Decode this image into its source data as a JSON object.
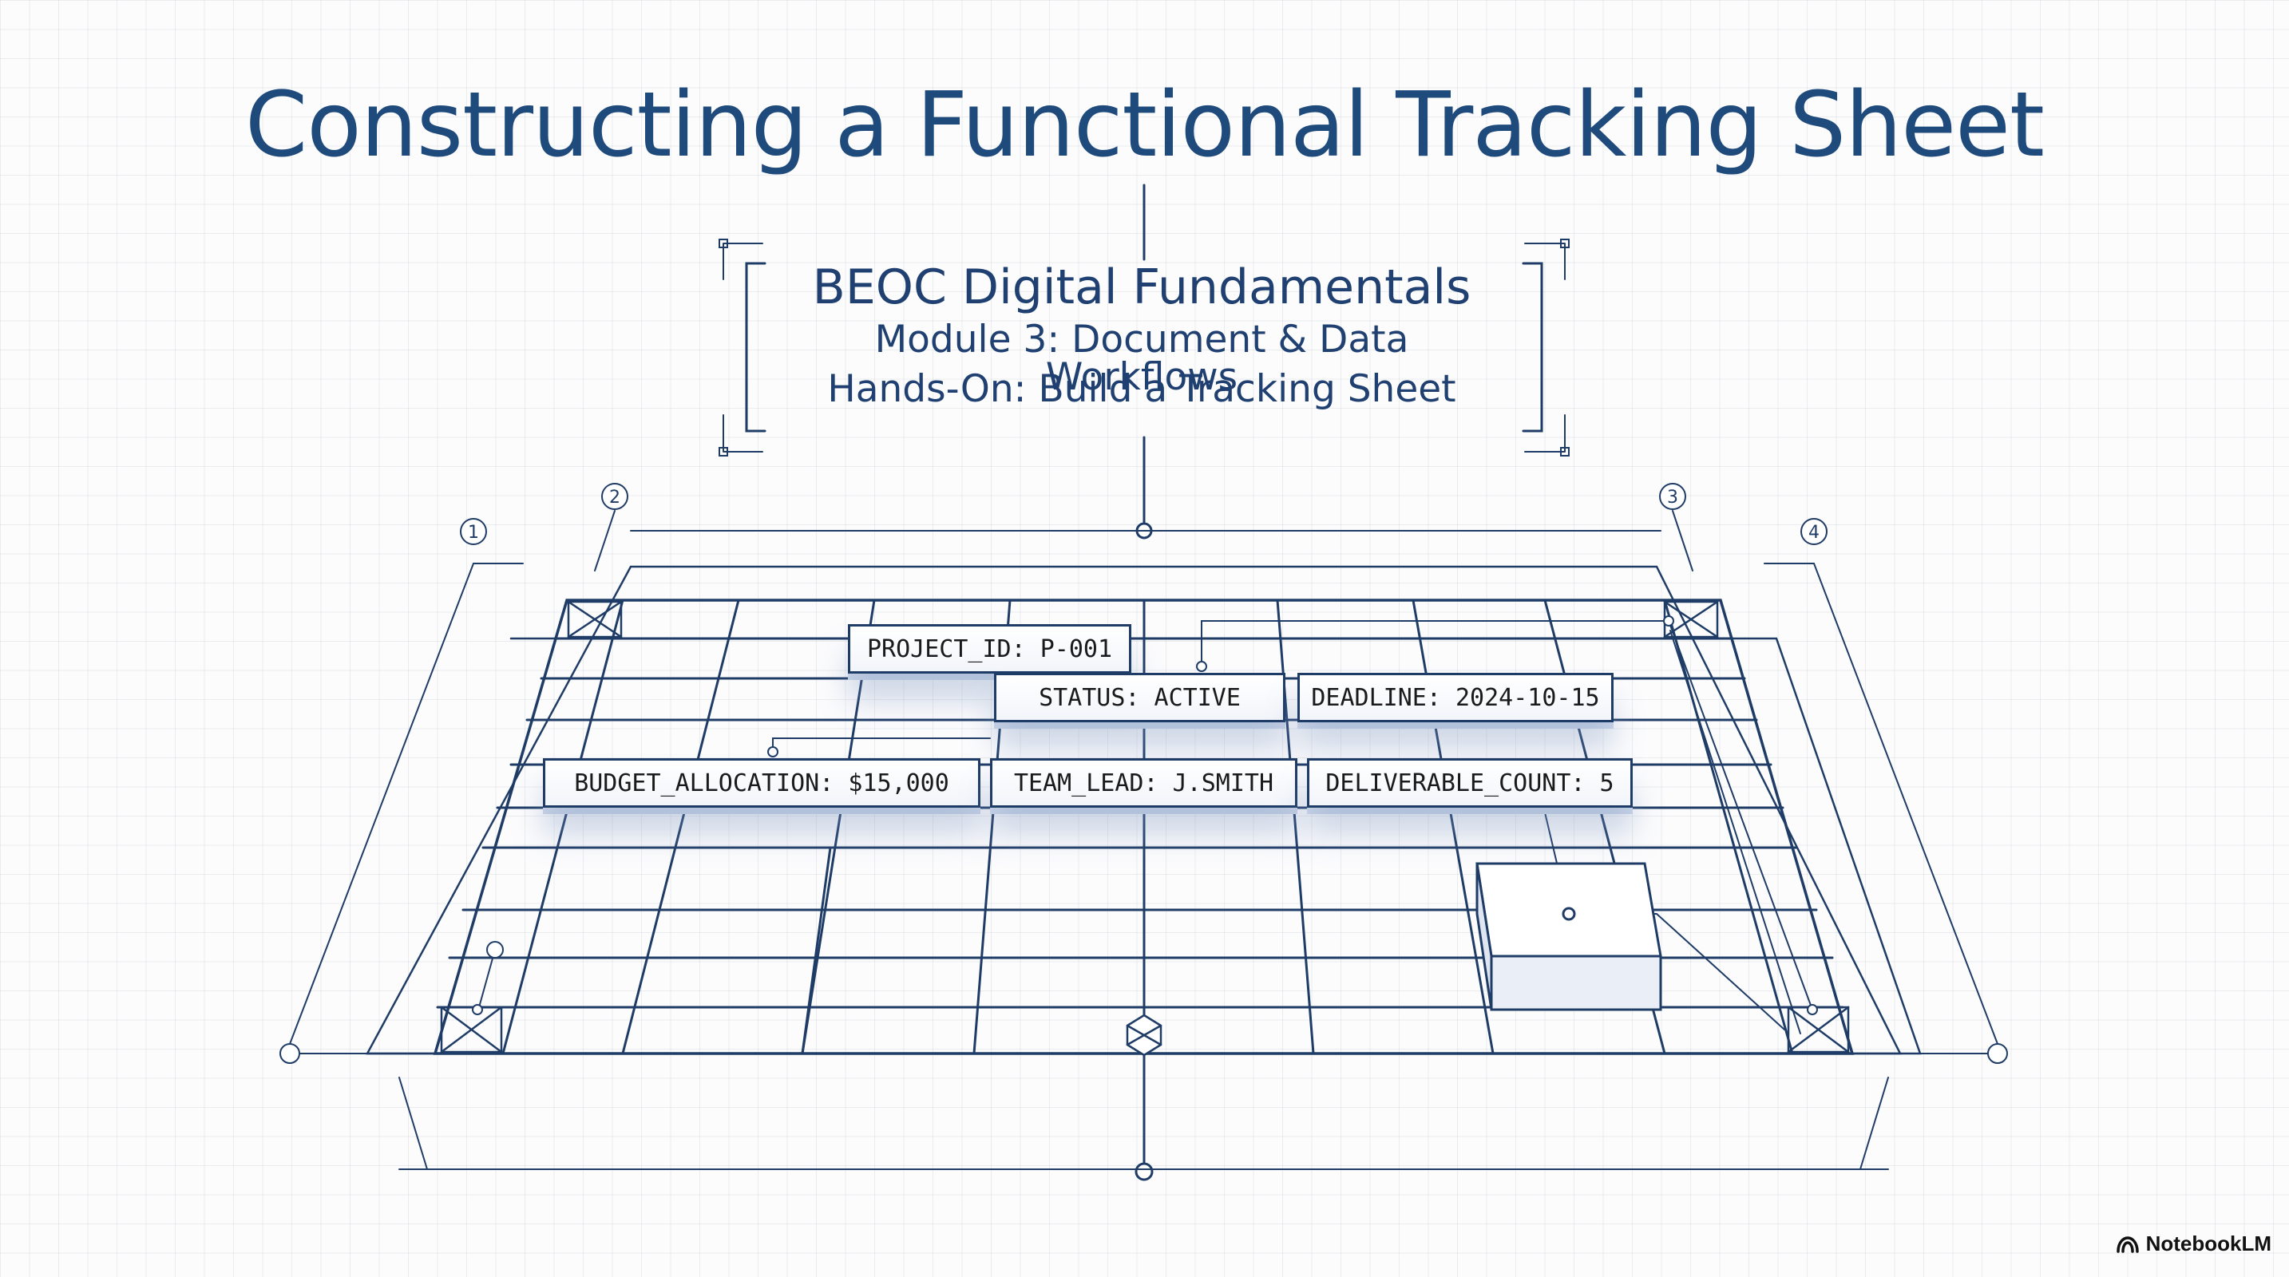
{
  "title": "Constructing a Functional Tracking Sheet",
  "subtitle": {
    "line1": "BEOC Digital Fundamentals",
    "line2": "Module 3: Document & Data Workflows",
    "line3": "Hands-On: Build a Tracking Sheet"
  },
  "callouts": [
    "1",
    "2",
    "3",
    "4"
  ],
  "fields": {
    "project_id": "PROJECT_ID: P-001",
    "status": "STATUS: ACTIVE",
    "deadline": "DEADLINE: 2024-10-15",
    "budget": "BUDGET_ALLOCATION: $15,000",
    "team_lead": "TEAM_LEAD: J.SMITH",
    "deliverable": "DELIVERABLE_COUNT: 5"
  },
  "brand": {
    "name": "NotebookLM",
    "icon": "notebooklm-logo-icon"
  },
  "colors": {
    "line": "#1f3c66",
    "title": "#1f4a7c",
    "grid": "#e4e8ee"
  }
}
